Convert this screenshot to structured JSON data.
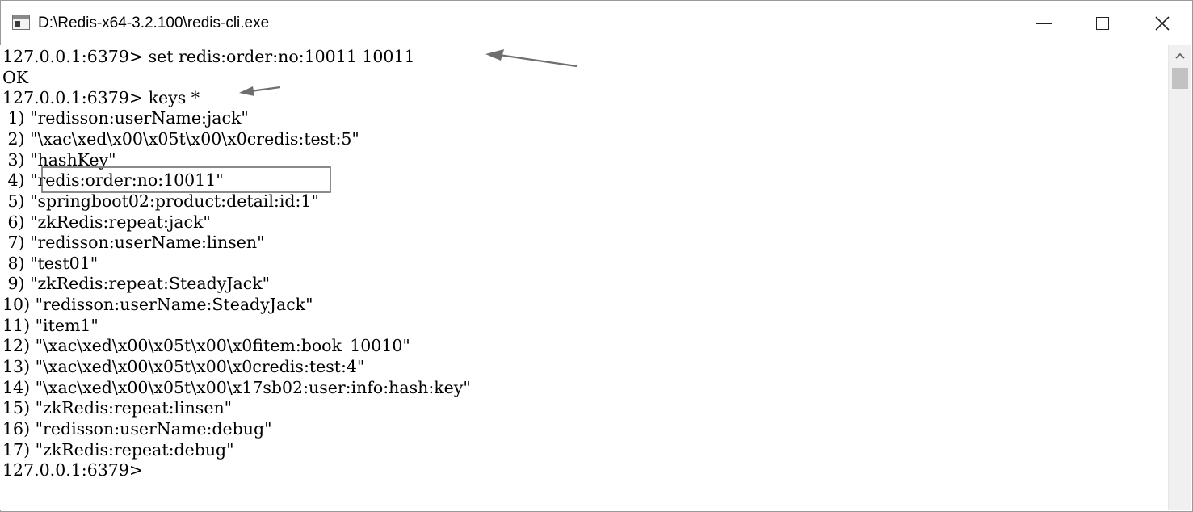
{
  "window": {
    "title": "D:\\Redis-x64-3.2.100\\redis-cli.exe"
  },
  "icons": {
    "app": "console-app-icon",
    "minimize": "minimize-icon",
    "maximize": "maximize-icon",
    "close": "close-icon",
    "scroll_up": "chevron-up-icon"
  },
  "console": {
    "lines": [
      "127.0.0.1:6379> set redis:order:no:10011 10011",
      "OK",
      "127.0.0.1:6379> keys *",
      " 1) \"redisson:userName:jack\"",
      " 2) \"\\xac\\xed\\x00\\x05t\\x00\\x0credis:test:5\"",
      " 3) \"hashKey\"",
      " 4) \"redis:order:no:10011\"",
      " 5) \"springboot02:product:detail:id:1\"",
      " 6) \"zkRedis:repeat:jack\"",
      " 7) \"redisson:userName:linsen\"",
      " 8) \"test01\"",
      " 9) \"zkRedis:repeat:SteadyJack\"",
      "10) \"redisson:userName:SteadyJack\"",
      "11) \"item1\"",
      "12) \"\\xac\\xed\\x00\\x05t\\x00\\x0fitem:book_10010\"",
      "13) \"\\xac\\xed\\x00\\x05t\\x00\\x0credis:test:4\"",
      "14) \"\\xac\\xed\\x00\\x05t\\x00\\x17sb02:user:info:hash:key\"",
      "15) \"zkRedis:repeat:linsen\"",
      "16) \"redisson:userName:debug\"",
      "17) \"zkRedis:repeat:debug\"",
      "127.0.0.1:6379>"
    ]
  },
  "colors": {
    "text": "#000000",
    "annotation": "#6e6e6e",
    "scrollbar_track": "#f0f0f0",
    "scrollbar_thumb": "#c2c2c2"
  }
}
